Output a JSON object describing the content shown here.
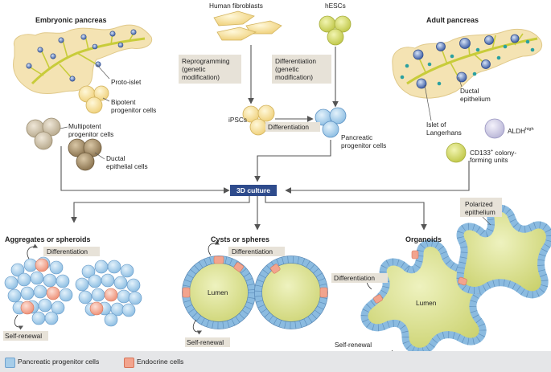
{
  "labels": {
    "embryonic_pancreas": "Embryonic pancreas",
    "adult_pancreas": "Adult pancreas",
    "human_fibroblasts": "Human fibroblasts",
    "hescs": "hESCs",
    "proto_islet": "Proto-islet",
    "bipotent_1": "Bipotent",
    "bipotent_2": "progenitor cells",
    "multipotent_1": "Multipotent",
    "multipotent_2": "progenitor cells",
    "ductal_epi_1": "Ductal",
    "ductal_epi_2": "epithelial cells",
    "reprogramming_1": "Reprogramming",
    "reprogramming_2": "(genetic",
    "reprogramming_3": "modification)",
    "differentiation_1": "Differentiation",
    "differentiation_2": "(genetic",
    "differentiation_3": "modification)",
    "ipscs": "iPSCs",
    "differentiation_mid": "Differentiation",
    "pancreatic_prog_1": "Pancreatic",
    "pancreatic_prog_2": "progenitor cells",
    "ductal_epithelium_1": "Ductal",
    "ductal_epithelium_2": "epithelium",
    "islet_1": "Islet of",
    "islet_2": "Langerhans",
    "aldh": "ALDH",
    "aldh_sup": "high",
    "cd133_1": "CD133",
    "cd133_sup": "+",
    "cd133_2": " colony-",
    "cd133_3": "forming units",
    "culture": "3D culture",
    "aggregates": "Aggregates or spheroids",
    "cysts": "Cysts or spheres",
    "organoids": "Organoids",
    "diff_agg": "Differentiation",
    "diff_cyst": "Differentiation",
    "diff_org": "Differentiation",
    "self_renewal_agg": "Self-renewal",
    "self_renewal_cyst": "Self-renewal",
    "self_renewal_org": "Self-renewal",
    "lumen_cyst": "Lumen",
    "lumen_org": "Lumen",
    "polarized_1": "Polarized",
    "polarized_2": "epithelium"
  },
  "legend": {
    "progenitor": "Pancreatic progenitor cells",
    "endocrine": "Endocrine cells"
  },
  "colors": {
    "progenitor": "#a6cde9",
    "endocrine": "#f2a48e",
    "culture_box": "#2e4b8c",
    "pancreas": "#f4e3b3",
    "lumen": "#dde39a",
    "tag_bg": "#e7e2d8",
    "arrow": "#555555"
  }
}
